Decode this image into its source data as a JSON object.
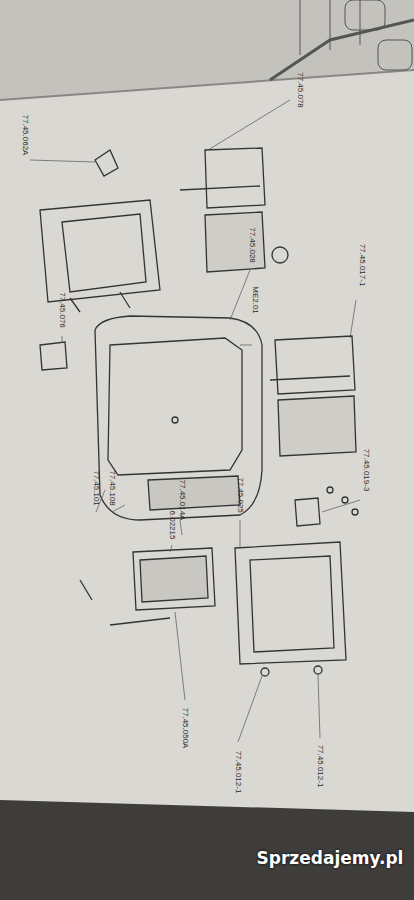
{
  "diagram": {
    "labels": [
      "77.45.062A",
      "77.45.078",
      "77.45.017-1",
      "77.45.028",
      "ME2.01",
      "77.45.076",
      "77.45.019-3",
      "77.45.108",
      "77.45.101",
      "77.45.014A",
      "6.02215",
      "77.45.025",
      "77.45.050A",
      "77.45.012-1",
      "77.45.012-1",
      "Sprzedajemy.pl"
    ]
  }
}
